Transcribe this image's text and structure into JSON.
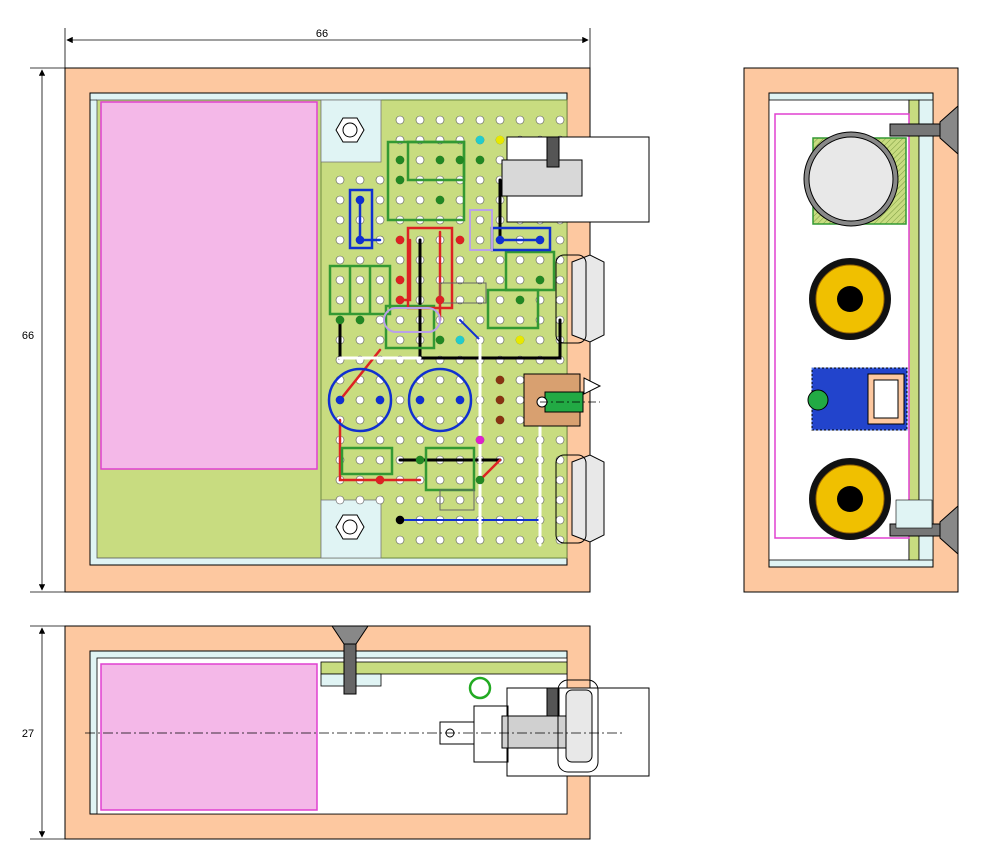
{
  "dimensions": {
    "top_width": "66",
    "top_height": "66",
    "side_height": "27"
  },
  "colors": {
    "wood": "#fdc8a0",
    "wood_dark": "#fbb98a",
    "board": "#c8dc80",
    "board_edge": "#a8bc60",
    "battery": "#f4b8e8",
    "battery_border": "#e040d0",
    "light_fill": "#e0f4f4",
    "component": "#339933",
    "wire_red": "#dd2222",
    "wire_blue": "#1030d0",
    "wire_black": "#000000",
    "jack_yellow": "#f0c000"
  },
  "icons": [
    "dimension-arrow-icon",
    "screw-icon",
    "jack-socket-icon",
    "potentiometer-icon",
    "led-icon"
  ]
}
